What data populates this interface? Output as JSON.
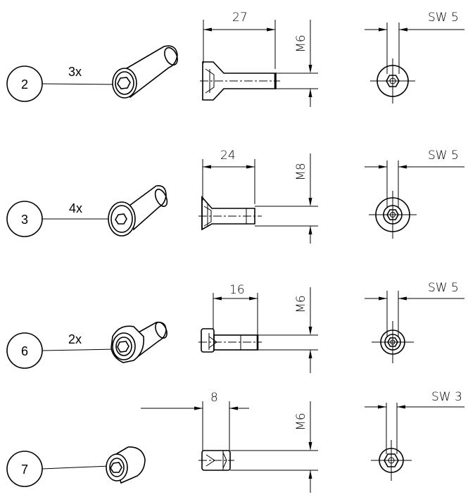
{
  "parts": [
    {
      "number": "2",
      "quantity": "3x",
      "length_label": "27",
      "thread_label": "M6",
      "key_label": "SW 5"
    },
    {
      "number": "3",
      "quantity": "4x",
      "length_label": "24",
      "thread_label": "M8",
      "key_label": "SW 5"
    },
    {
      "number": "6",
      "quantity": "2x",
      "length_label": "16",
      "thread_label": "M6",
      "key_label": "SW 5"
    },
    {
      "number": "7",
      "quantity": "",
      "length_label": "8",
      "thread_label": "M6",
      "key_label": "SW 3"
    }
  ]
}
